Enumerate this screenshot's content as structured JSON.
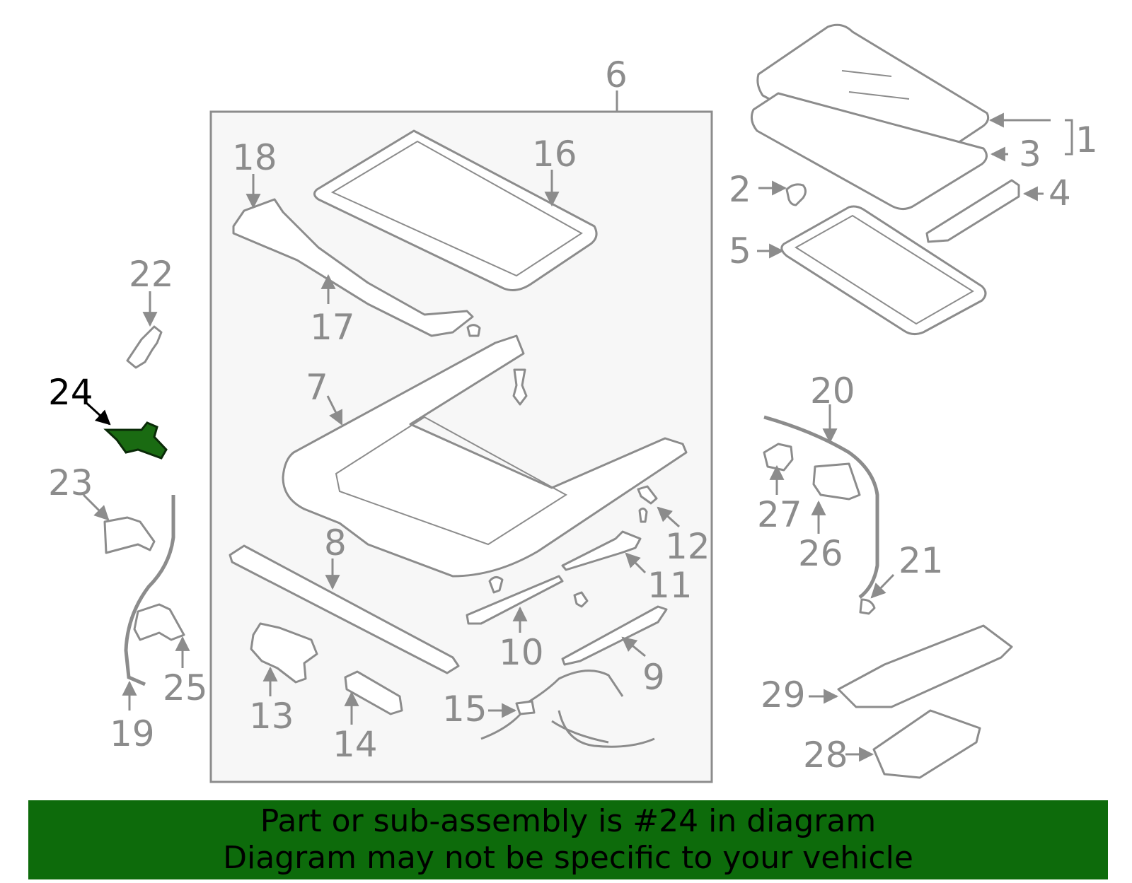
{
  "highlight_color": "#1a6b12",
  "footer": {
    "line1": "Part or sub-assembly is #24 in diagram",
    "line2": "Diagram may not be specific to your vehicle",
    "background": "#0d6b0b"
  },
  "labels": {
    "p1": "1",
    "p2": "2",
    "p3": "3",
    "p4": "4",
    "p5": "5",
    "p6": "6",
    "p7": "7",
    "p8": "8",
    "p9": "9",
    "p10": "10",
    "p11": "11",
    "p12": "12",
    "p13": "13",
    "p14": "14",
    "p15": "15",
    "p16": "16",
    "p17": "17",
    "p18": "18",
    "p19": "19",
    "p20": "20",
    "p21": "21",
    "p22": "22",
    "p23": "23",
    "p24": "24",
    "p25": "25",
    "p26": "26",
    "p27": "27",
    "p28": "28",
    "p29": "29"
  },
  "highlighted_part": "24"
}
